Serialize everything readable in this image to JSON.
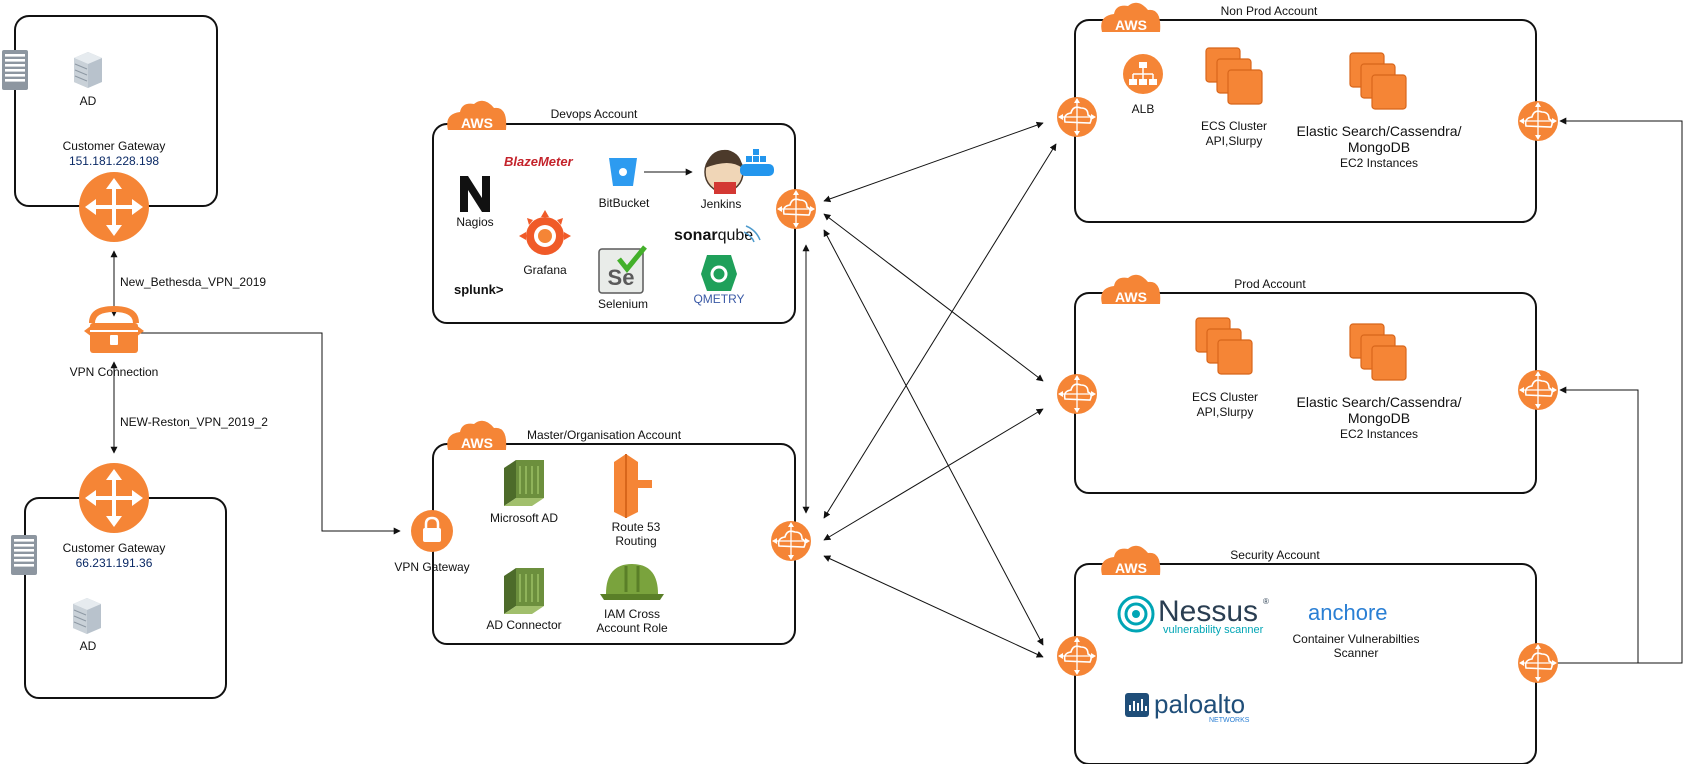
{
  "onprem_top": {
    "ad_label": "AD",
    "gateway_label": "Customer Gateway",
    "gateway_ip": "151.181.228.198"
  },
  "onprem_bottom": {
    "ad_label": "AD",
    "gateway_label": "Customer Gateway",
    "gateway_ip": "66.231.191.36"
  },
  "vpn": {
    "link_top": "New_Bethesda_VPN_2019",
    "connection_label": "VPN Connection",
    "link_bottom": "NEW-Reston_VPN_2019_2",
    "gateway_label": "VPN Gateway"
  },
  "devops": {
    "title": "Devops Account",
    "aws_badge": "AWS",
    "blazemeter": "BlazeMeter",
    "nagios": "Nagios",
    "bitbucket": "BitBucket",
    "jenkins": "Jenkins",
    "grafana": "Grafana",
    "sonarqube_sonar": "sonar",
    "sonarqube_qube": "qube",
    "splunk": "splunk>",
    "selenium": "Selenium",
    "selenium_logo": "Se",
    "qmetry": "QMETRY"
  },
  "master": {
    "title": "Master/Organisation Account",
    "aws_badge": "AWS",
    "microsoft_ad": "Microsoft AD",
    "route53_line1": "Route 53",
    "route53_line2": "Routing",
    "ad_connector": "AD Connector",
    "iam_line1": "IAM Cross",
    "iam_line2": "Account Role"
  },
  "nonprod": {
    "title": "Non Prod Account",
    "aws_badge": "AWS",
    "alb": "ALB",
    "ecs_line1": "ECS Cluster",
    "ecs_line2": "API,Slurpy",
    "es_line1": "Elastic Search/Cassendra/",
    "es_line2": "MongoDB",
    "es_line3": "EC2 Instances"
  },
  "prod": {
    "title": "Prod Account",
    "aws_badge": "AWS",
    "ecs_line1": "ECS Cluster",
    "ecs_line2": "API,Slurpy",
    "es_line1": "Elastic Search/Cassendra/",
    "es_line2": "MongoDB",
    "es_line3": "EC2 Instances"
  },
  "security": {
    "title": "Security Account",
    "aws_badge": "AWS",
    "nessus": "Nessus",
    "nessus_reg": "®",
    "nessus_sub": "vulnerability scanner",
    "anchore": "anchore",
    "anchore_line1": "Container Vulnerabilties",
    "anchore_line2": "Scanner",
    "paloalto": "paloalto",
    "paloalto_sub": "NETWORKS"
  },
  "colors": {
    "aws_orange": "#f58536",
    "aws_green": "#6c8f3d",
    "nessus_teal": "#00a5b5",
    "anchore_blue": "#2a7fd4",
    "paloalto_blue": "#1f4e79"
  }
}
